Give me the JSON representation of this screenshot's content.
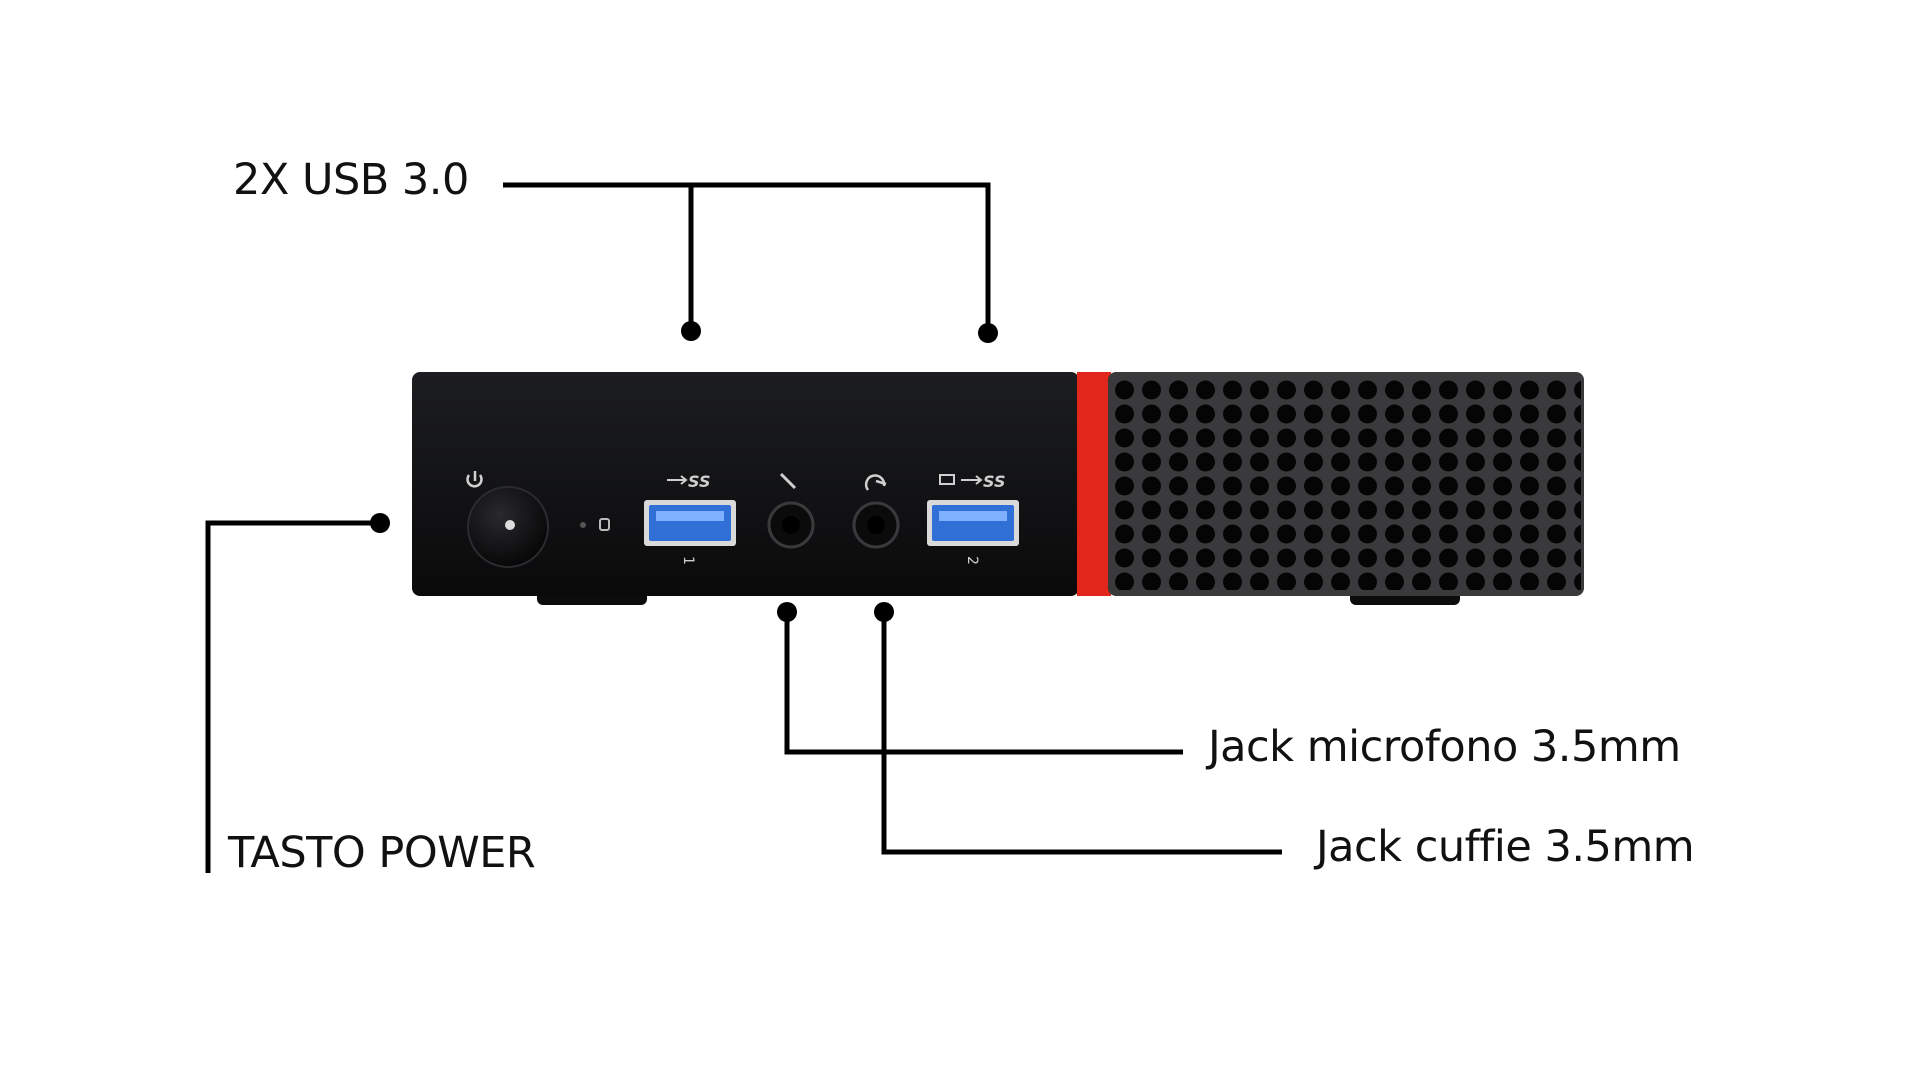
{
  "callouts": {
    "usb": "2X USB 3.0",
    "power": "TASTO POWER",
    "mic": "Jack microfono 3.5mm",
    "headphone": "Jack cuffie 3.5mm"
  },
  "device": {
    "usb_port_1_number": "1",
    "usb_port_2_number": "2",
    "usb_ss_mark": "SS"
  },
  "colors": {
    "body": "#111214",
    "accent_stripe": "#e3261b",
    "usb_blue": "#2f6fd6",
    "grille": "#3a3a3c",
    "lines": "#000000"
  }
}
